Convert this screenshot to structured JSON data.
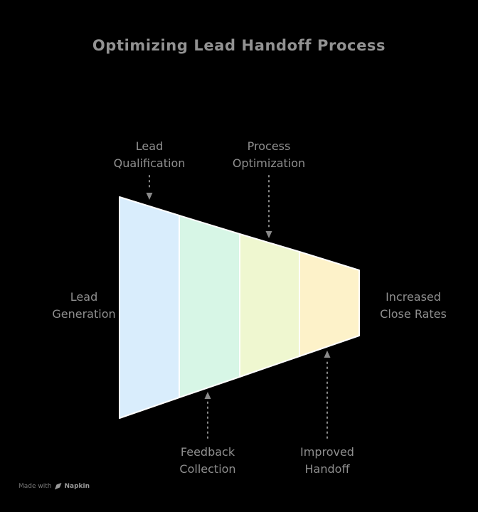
{
  "title": "Optimizing Lead Handoff Process",
  "funnel": {
    "left_label": "Lead\nGeneration",
    "right_label": "Increased\nClose Rates",
    "stroke_color": "#ffffff",
    "segments": [
      {
        "name": "stage-1-lead-qualification",
        "color": "#d9edfc"
      },
      {
        "name": "stage-2-feedback-collection",
        "color": "#d7f6e6"
      },
      {
        "name": "stage-3-process-optimization",
        "color": "#eff7d0"
      },
      {
        "name": "stage-4-improved-handoff",
        "color": "#fdf2c9"
      }
    ],
    "callouts_top": [
      {
        "label": "Lead\nQualification"
      },
      {
        "label": "Process\nOptimization"
      }
    ],
    "callouts_bottom": [
      {
        "label": "Feedback\nCollection"
      },
      {
        "label": "Improved\nHandoff"
      }
    ]
  },
  "colors": {
    "background": "#000000",
    "title_text": "#929292",
    "label_text": "#8f8f8f",
    "arrow": "#8a8a8a",
    "funnel_outline": "#ffffff"
  },
  "footer": {
    "made_with": "Made with",
    "brand": "Napkin"
  }
}
